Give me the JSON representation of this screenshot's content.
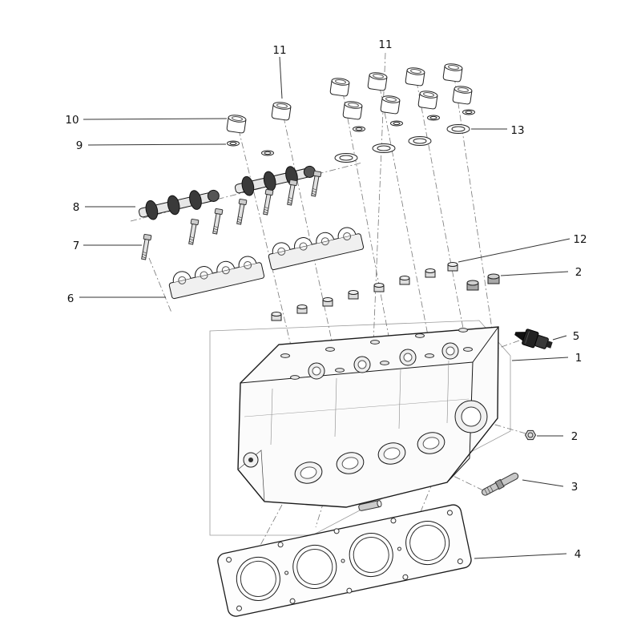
{
  "diagram": {
    "name": "cylinder-head-exploded-parts-diagram",
    "background": "#ffffff",
    "line_color": "#1a1a1a",
    "callouts": [
      {
        "label": "11",
        "part": "valve-tappet-left"
      },
      {
        "label": "11",
        "part": "valve-tappet-group"
      },
      {
        "label": "10",
        "part": "valve-tappet"
      },
      {
        "label": "9",
        "part": "valve-spring-seat-washer"
      },
      {
        "label": "13",
        "part": "sealing-washer"
      },
      {
        "label": "8",
        "part": "camshaft"
      },
      {
        "label": "7",
        "part": "bolt"
      },
      {
        "label": "6",
        "part": "camshaft-holder"
      },
      {
        "label": "12",
        "part": "valve-cap"
      },
      {
        "label": "2",
        "part": "plug"
      },
      {
        "label": "5",
        "part": "temperature-sensor"
      },
      {
        "label": "1",
        "part": "cylinder-head"
      },
      {
        "label": "2",
        "part": "nut"
      },
      {
        "label": "3",
        "part": "stud"
      },
      {
        "label": "4",
        "part": "cylinder-head-gasket"
      }
    ]
  }
}
